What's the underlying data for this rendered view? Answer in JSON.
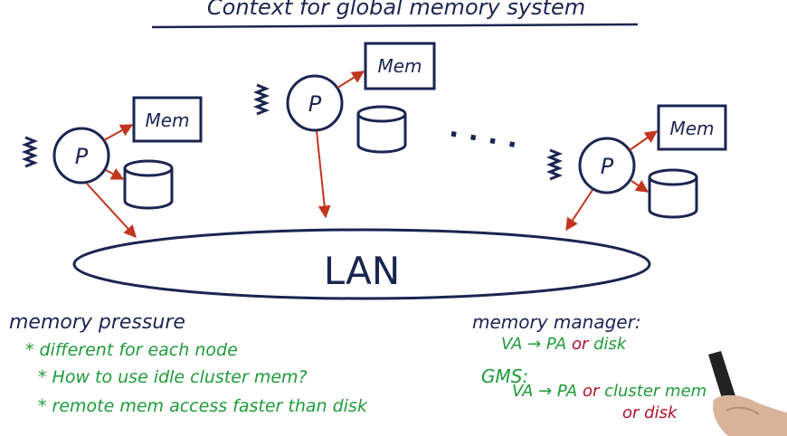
{
  "title": "Context for global memory system",
  "nodes": [
    {
      "label": "P",
      "mem_label": "Mem"
    },
    {
      "label": "P",
      "mem_label": "Mem"
    },
    {
      "label": "P",
      "mem_label": "Mem"
    }
  ],
  "ellipsis": ". . . .",
  "network_label": "LAN",
  "left_notes": {
    "heading": "memory pressure",
    "bullets": [
      "* different for each node",
      "* How to use idle cluster mem?",
      "* remote mem access faster than disk"
    ]
  },
  "right_notes": {
    "memory_manager_heading": "memory manager:",
    "memory_manager_line_prefix": "VA → PA",
    "memory_manager_line_or": "or",
    "memory_manager_line_suffix": "disk",
    "gms_heading": "GMS:",
    "gms_line_prefix": "VA → PA",
    "gms_line_or": "or",
    "gms_line_suffix": "cluster mem",
    "gms_line2_or": "or",
    "gms_line2_suffix": "disk"
  },
  "colors": {
    "ink": "#1b2550",
    "arrow": "#c0361f",
    "notes": "#1f9a3a",
    "highlight": "#b0122a"
  }
}
